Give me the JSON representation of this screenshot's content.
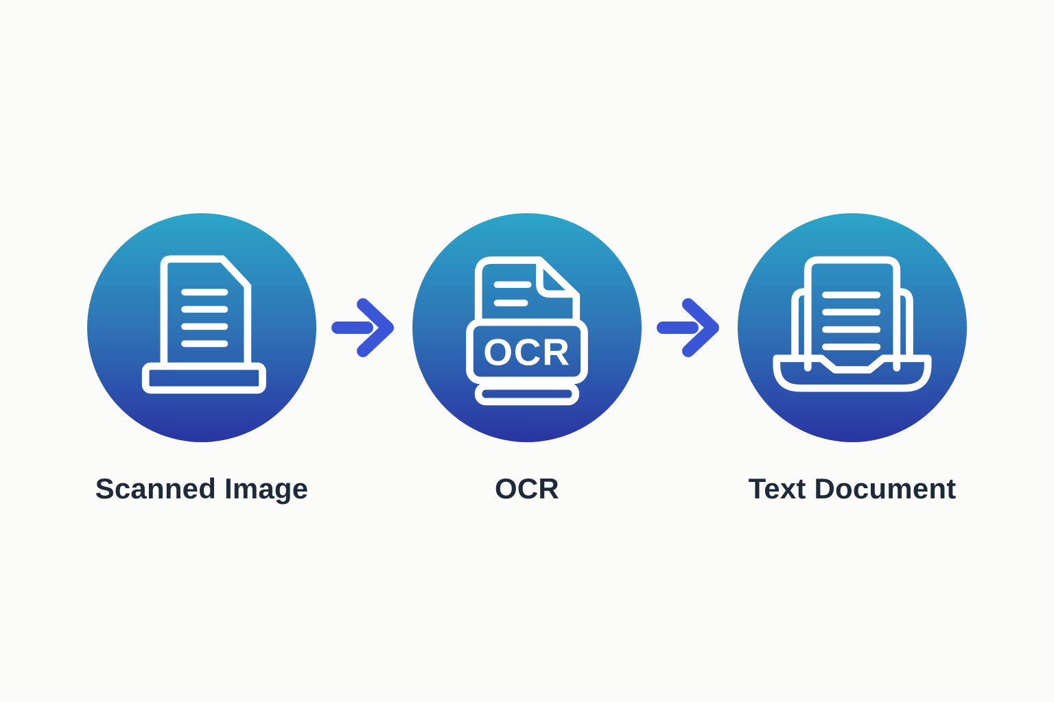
{
  "title": "OCR process flow diagram",
  "colors": {
    "background": "#FBFBFA",
    "circle_top": "#2BA5C9",
    "circle_mid": "#2E6FB4",
    "circle_bottom": "#2A34A3",
    "arrow": "#3A55D6",
    "label": "#1E2A3A",
    "icon_stroke": "#FFFFFF"
  },
  "nodes": [
    {
      "label": "Scanned Image",
      "icon": "scanned-image-icon"
    },
    {
      "label": "OCR",
      "icon": "ocr-file-icon",
      "icon_badge_text": "OCR"
    },
    {
      "label": "Text Document",
      "icon": "text-document-icon"
    }
  ],
  "arrows": [
    {
      "name": "flow-arrow-1",
      "direction": "right"
    },
    {
      "name": "flow-arrow-2",
      "direction": "right"
    }
  ]
}
